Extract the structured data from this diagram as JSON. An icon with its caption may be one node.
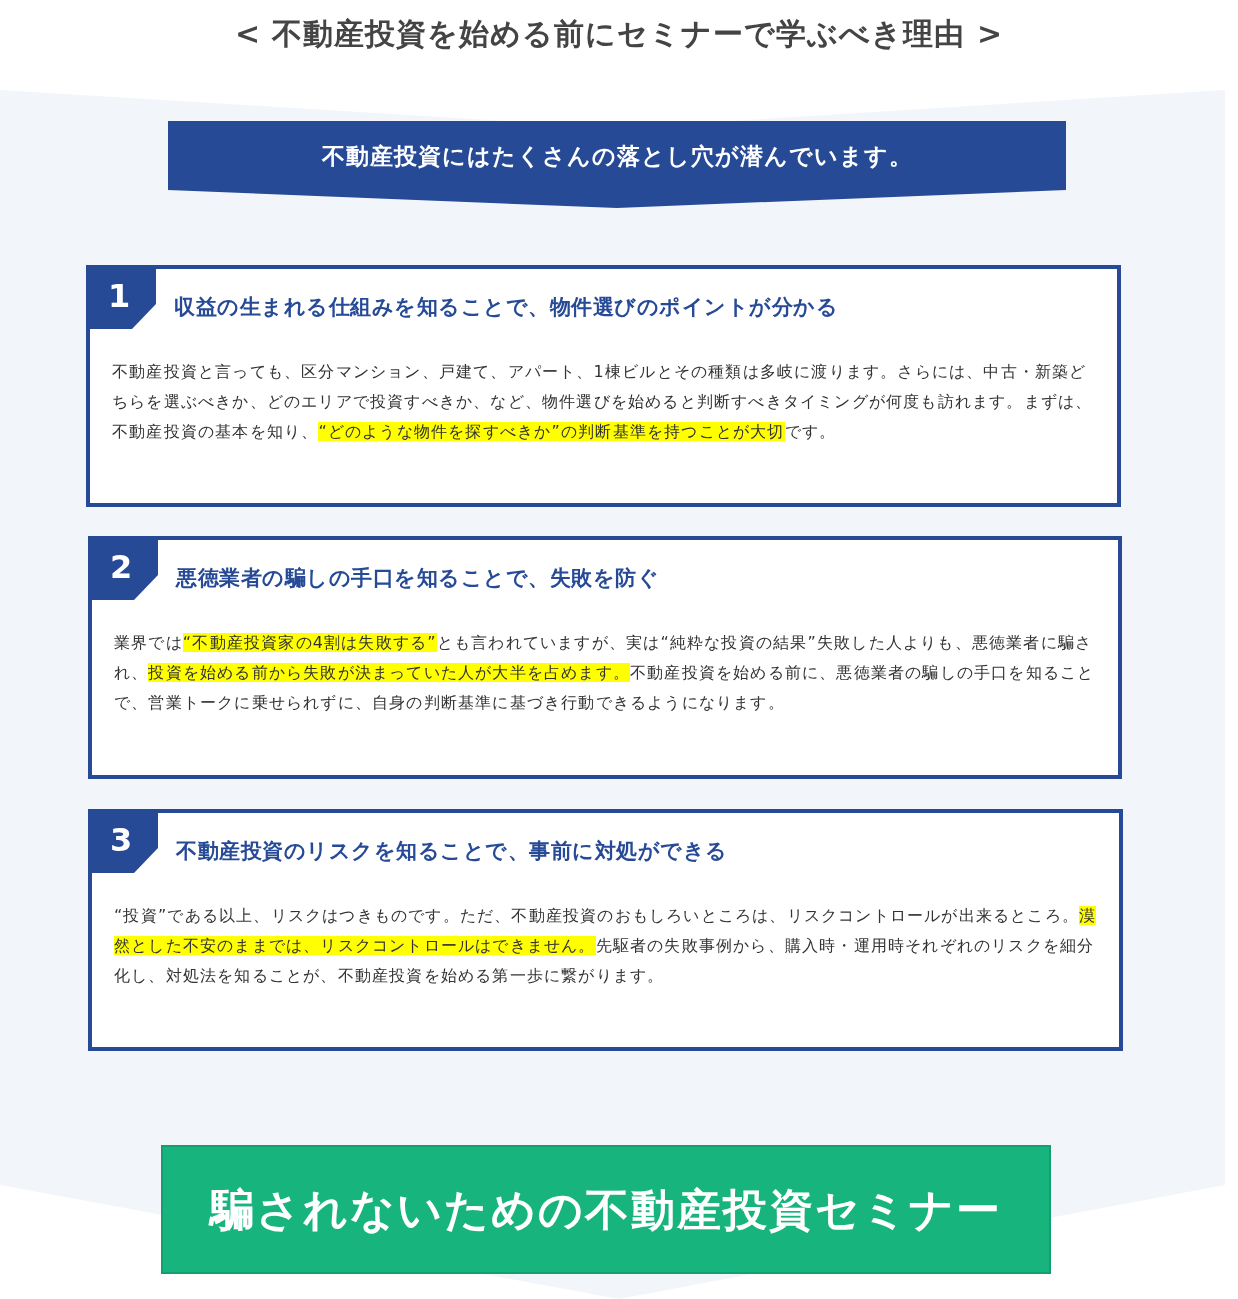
{
  "diagram": {
    "title": "< 不動産投資を始める前にセミナーで学ぶべき理由 >",
    "nodes": [
      {
        "text": [
          "不動産投資にはたくさんの落とし穴が潜んでいます。"
        ]
      },
      {
        "text": [
          "1",
          "収益の生まれる仕組みを知ることで、物件選びのポイントが分かる",
          "不動産投資と言っても、区分マンション、戸建て、アパート、1棟ビルとその種類は多岐に渡ります。さらには、中古・新築どちらを選ぶべきか、どのエリアで投資すべきか、など、物件選びを始めると判断すべきタイミングが何度も訪れます。まずは、不動産投資の基本を知り、**“どのような物件を探すべきか”の判断基準を持つことが大切**です。"
        ]
      },
      {
        "text": [
          "2",
          "悪徳業者の騙しの手口を知ることで、失敗を防ぐ",
          "業界では**“不動産投資家の4割は失敗する”**とも言われていますが、実は“純粋な投資の結果”失敗した人よりも、悪徳業者に騙され、**投資を始める前から失敗が決まっていた人が大半を占めます。**不動産投資を始める前に、悪徳業者の騙しの手口を知ることで、営業トークに乗せられずに、自身の判断基準に基づき行動できるようになります。"
        ]
      },
      {
        "text": [
          "3",
          "不動産投資のリスクを知ることで、事前に対処ができる",
          "“投資”である以上、リスクはつきものです。ただ、不動産投資のおもしろいところは、リスクコントロールが出来るところ。**漠然とした不安のままでは、リスクコントロールはできません。**先駆者の失敗事例から、購入時・運用時それぞれのリスクを細分化し、対処法を知ることが、不動産投資を始める第一歩に繋がります。"
        ]
      },
      {
        "text": [
          "騙されないための不動産投資セミナー"
        ]
      }
    ]
  }
}
